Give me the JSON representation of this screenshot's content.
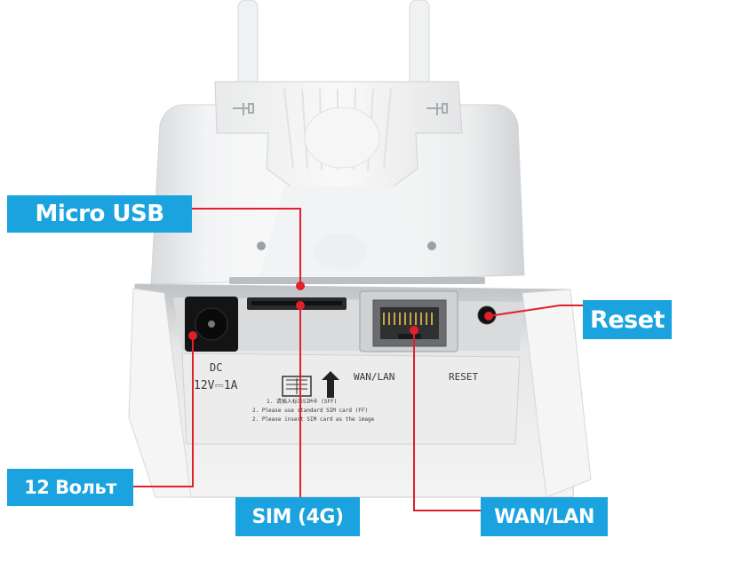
{
  "callouts": {
    "micro_usb": "Micro USB",
    "reset": "Reset",
    "power": "12 Вольт",
    "sim": "SIM (4G)",
    "wan_lan": "WAN/LAN"
  },
  "panel": {
    "dc_label": "DC",
    "dc_rating": "12V⎓1A",
    "wan_lan": "WAN/LAN",
    "reset": "RESET",
    "note_line1": "1. 请插入标准SIM卡 (SFF)",
    "note_line2": "2. Please use standard SIM card (FF)",
    "note_line3": "2. Please insert SIM card as the image"
  },
  "colors": {
    "callout_bg": "#1aa3df",
    "callout_text": "#ffffff",
    "leader_line": "#e0202a"
  }
}
